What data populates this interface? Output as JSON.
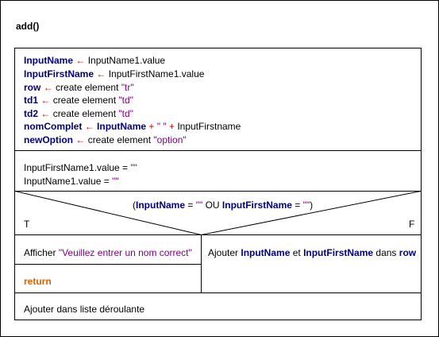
{
  "function_title": "add()",
  "block1": {
    "lines": [
      {
        "var": "InputName",
        "arrow": "←",
        "rest": "InputName1.value"
      },
      {
        "var": "InputFirstName",
        "arrow": "←",
        "rest": "InputFirstName1.value"
      },
      {
        "var": "row",
        "arrow": "←",
        "rest": "create element ",
        "str": "\"tr\""
      },
      {
        "var": "td1",
        "arrow": "←",
        "rest": "create element ",
        "str": "\"td\""
      },
      {
        "var": "td2",
        "arrow": "←",
        "rest": "create element ",
        "str": "\"td\""
      },
      {
        "var": "newOption",
        "arrow": "←",
        "rest": "create element ",
        "str": "\"option\""
      }
    ],
    "nomComplet": {
      "var": "nomComplet",
      "arrow": "←",
      "var2": "InputName",
      "plus1": "+",
      "str": "\" \"",
      "plus2": "+",
      "rest": "InputFirstname"
    }
  },
  "block2": {
    "line1_pre": "InputFirstName1.value = ",
    "line1_str": "\"\"",
    "line2_pre": "InputName1.value = ",
    "line2_str": "\"\""
  },
  "condition": {
    "open": "(",
    "var1": "InputName",
    "eq1": " = ",
    "str1": "\"\"",
    "or": " OU ",
    "var2": "InputFirstName",
    "eq2": " = ",
    "str2": "\"\"",
    "close": ")",
    "true_label": "T",
    "false_label": "F"
  },
  "true_branch": {
    "afficher_pre": "Afficher ",
    "afficher_str": "\"Veuillez entrer un nom correct\"",
    "return_kw": "return"
  },
  "false_branch": {
    "t1": "Ajouter ",
    "v1": "InputName",
    "t2": " et ",
    "v2": "InputFirstName",
    "t3": " dans ",
    "v3": "row"
  },
  "final": "Ajouter dans liste déroulante"
}
